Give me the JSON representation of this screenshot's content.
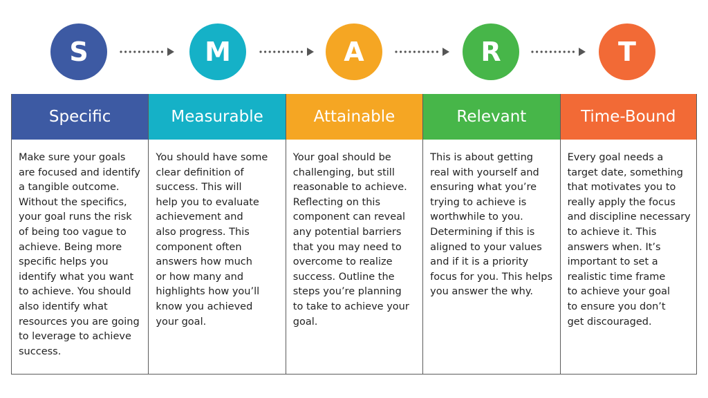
{
  "colors": {
    "s": "#3d5aa3",
    "m": "#15b1c7",
    "a": "#f5a623",
    "r": "#47b649",
    "t": "#f26a36",
    "connector": "#555555"
  },
  "steps": [
    {
      "letter": "S",
      "title": "Specific",
      "lines": [
        "Make sure your goals",
        "are focused and identify",
        "a tangible outcome.",
        "Without the specifics,",
        "your goal runs the risk",
        "of being too vague to",
        "achieve. Being more",
        "specific helps you",
        "identify what you want",
        "to achieve. You should",
        "also identify what",
        "resources you are going",
        "to leverage to achieve",
        "success."
      ]
    },
    {
      "letter": "M",
      "title": "Measurable",
      "lines": [
        "You should have some",
        "clear definition of",
        "success. This will",
        "help you to evaluate",
        "achievement and",
        "also progress. This",
        "component often",
        "answers how much",
        "or how many and",
        "highlights how you’ll",
        "know you achieved",
        "your goal."
      ]
    },
    {
      "letter": "A",
      "title": "Attainable",
      "lines": [
        "Your goal should be",
        "challenging, but still",
        "reasonable to achieve.",
        "Reflecting on this",
        "component can reveal",
        "any potential barriers",
        "that you may need to",
        "overcome to realize",
        "success. Outline the",
        "steps you’re planning",
        "to take to achieve your",
        "goal."
      ]
    },
    {
      "letter": "R",
      "title": "Relevant",
      "lines": [
        "This is about getting",
        "real with yourself and",
        "ensuring what you’re",
        "trying to achieve is",
        "worthwhile to you.",
        "Determining if this is",
        "aligned to your values",
        "and if it is a priority",
        "focus for you. This helps",
        "you answer the why."
      ]
    },
    {
      "letter": "T",
      "title": "Time-Bound",
      "lines": [
        "Every goal needs a",
        "target date, something",
        "that motivates you to",
        "really apply the focus",
        "and discipline necessary",
        "to achieve it. This",
        "answers when. It’s",
        "important to set a",
        "realistic time frame",
        "to achieve your goal",
        "to ensure you don’t",
        "get discouraged."
      ]
    }
  ]
}
